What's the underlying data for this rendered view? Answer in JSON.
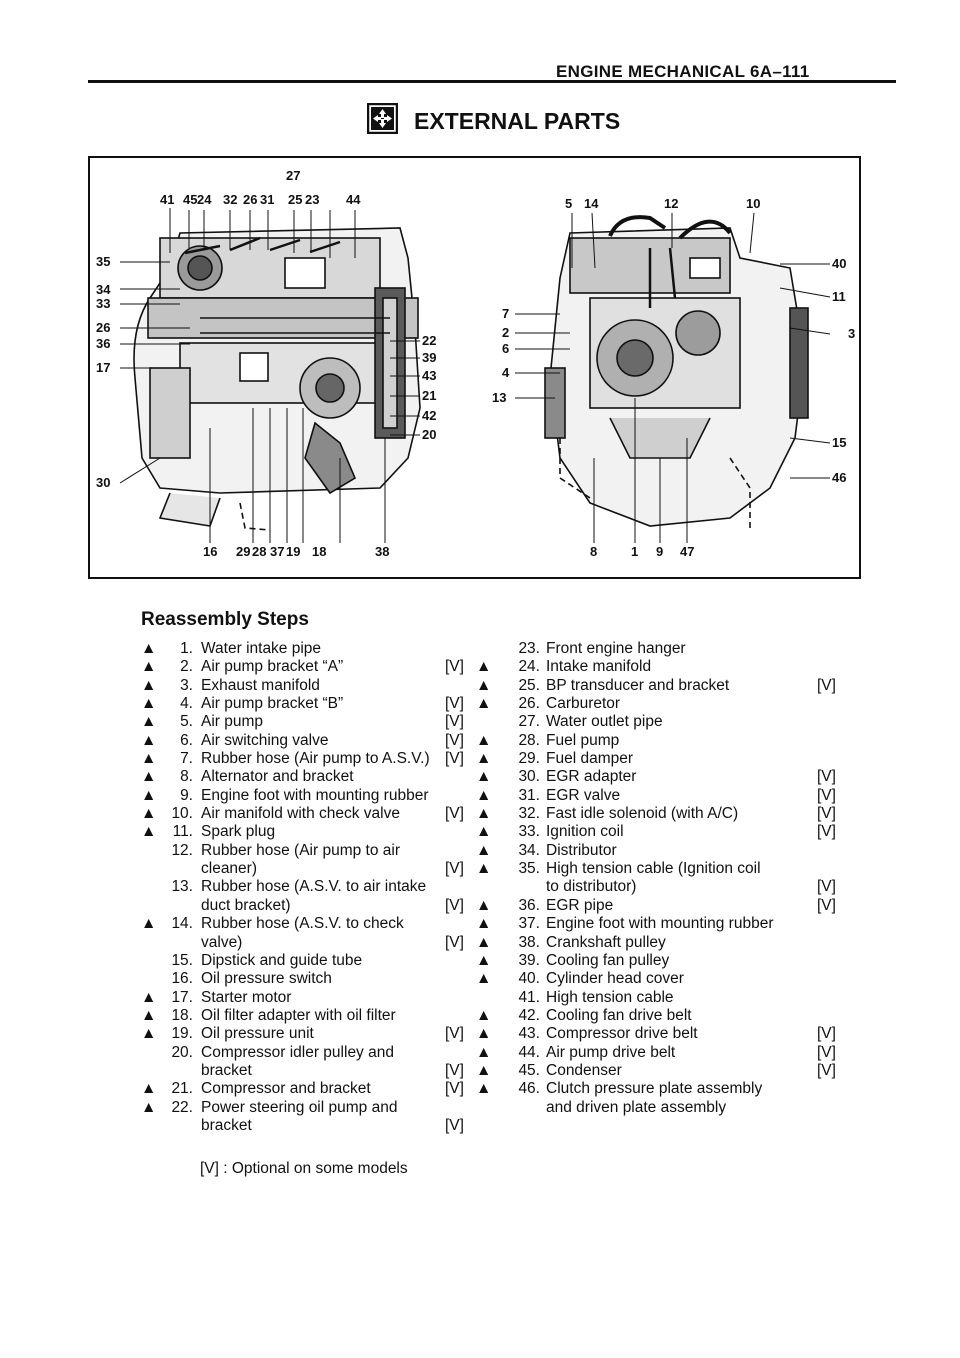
{
  "header": {
    "title": "ENGINE MECHANICAL 6A–111"
  },
  "section": {
    "icon": "removal-installation-icon",
    "title": "EXTERNAL PARTS"
  },
  "figure": {
    "left_view_callouts": [
      "27",
      "41",
      "45",
      "24",
      "32",
      "26",
      "31",
      "25",
      "23",
      "44",
      "35",
      "34",
      "33",
      "26",
      "36",
      "17",
      "30",
      "22",
      "39",
      "43",
      "21",
      "42",
      "20",
      "16",
      "29",
      "28",
      "37",
      "19",
      "18",
      "38"
    ],
    "right_view_callouts": [
      "5",
      "14",
      "12",
      "10",
      "7",
      "2",
      "6",
      "4",
      "13",
      "40",
      "11",
      "3",
      "15",
      "46",
      "8",
      "1",
      "9",
      "47"
    ]
  },
  "steps": {
    "heading": "Reassembly Steps",
    "left": [
      {
        "tri": "▲",
        "num": "1.",
        "text": "Water intake pipe",
        "opt": ""
      },
      {
        "tri": "▲",
        "num": "2.",
        "text": "Air pump bracket “A”",
        "opt": "[V]"
      },
      {
        "tri": "▲",
        "num": "3.",
        "text": "Exhaust manifold",
        "opt": ""
      },
      {
        "tri": "▲",
        "num": "4.",
        "text": "Air pump bracket “B”",
        "opt": "[V]"
      },
      {
        "tri": "▲",
        "num": "5.",
        "text": "Air pump",
        "opt": "[V]"
      },
      {
        "tri": "▲",
        "num": "6.",
        "text": "Air switching valve",
        "opt": "[V]"
      },
      {
        "tri": "▲",
        "num": "7.",
        "text": "Rubber hose (Air pump to A.S.V.)",
        "opt": "[V]"
      },
      {
        "tri": "▲",
        "num": "8.",
        "text": "Alternator and bracket",
        "opt": ""
      },
      {
        "tri": "▲",
        "num": "9.",
        "text": "Engine foot with mounting rubber",
        "opt": ""
      },
      {
        "tri": "▲",
        "num": "10.",
        "text": "Air manifold with check valve",
        "opt": "[V]"
      },
      {
        "tri": "▲",
        "num": "11.",
        "text": "Spark plug",
        "opt": ""
      },
      {
        "tri": "",
        "num": "12.",
        "text": "Rubber hose (Air pump to air",
        "opt": ""
      },
      {
        "tri": "",
        "num": "",
        "text": "cleaner)",
        "opt": "[V]"
      },
      {
        "tri": "",
        "num": "13.",
        "text": "Rubber hose (A.S.V. to air intake",
        "opt": ""
      },
      {
        "tri": "",
        "num": "",
        "text": "duct bracket)",
        "opt": "[V]"
      },
      {
        "tri": "▲",
        "num": "14.",
        "text": "Rubber hose (A.S.V. to check",
        "opt": ""
      },
      {
        "tri": "",
        "num": "",
        "text": "valve)",
        "opt": "[V]"
      },
      {
        "tri": "",
        "num": "15.",
        "text": "Dipstick and guide tube",
        "opt": ""
      },
      {
        "tri": "",
        "num": "16.",
        "text": "Oil pressure switch",
        "opt": ""
      },
      {
        "tri": "▲",
        "num": "17.",
        "text": "Starter motor",
        "opt": ""
      },
      {
        "tri": "▲",
        "num": "18.",
        "text": "Oil filter adapter with oil filter",
        "opt": ""
      },
      {
        "tri": "▲",
        "num": "19.",
        "text": "Oil pressure unit",
        "opt": "[V]"
      },
      {
        "tri": "",
        "num": "20.",
        "text": "Compressor idler pulley and",
        "opt": ""
      },
      {
        "tri": "",
        "num": "",
        "text": "bracket",
        "opt": "[V]"
      },
      {
        "tri": "▲",
        "num": "21.",
        "text": "Compressor and bracket",
        "opt": "[V]"
      },
      {
        "tri": "▲",
        "num": "22.",
        "text": "Power steering oil pump and",
        "opt": ""
      },
      {
        "tri": "",
        "num": "",
        "text": "bracket",
        "opt": "[V]"
      }
    ],
    "right": [
      {
        "tri": "",
        "num": "23.",
        "text": "Front engine hanger",
        "opt": ""
      },
      {
        "tri": "▲",
        "num": "24.",
        "text": "Intake manifold",
        "opt": ""
      },
      {
        "tri": "▲",
        "num": "25.",
        "text": "BP transducer and bracket",
        "opt": "[V]"
      },
      {
        "tri": "▲",
        "num": "26.",
        "text": "Carburetor",
        "opt": ""
      },
      {
        "tri": "",
        "num": "27.",
        "text": "Water outlet pipe",
        "opt": ""
      },
      {
        "tri": "▲",
        "num": "28.",
        "text": "Fuel pump",
        "opt": ""
      },
      {
        "tri": "▲",
        "num": "29.",
        "text": "Fuel damper",
        "opt": ""
      },
      {
        "tri": "▲",
        "num": "30.",
        "text": "EGR adapter",
        "opt": "[V]"
      },
      {
        "tri": "▲",
        "num": "31.",
        "text": "EGR valve",
        "opt": "[V]"
      },
      {
        "tri": "▲",
        "num": "32.",
        "text": "Fast idle solenoid (with A/C)",
        "opt": "[V]"
      },
      {
        "tri": "▲",
        "num": "33.",
        "text": "Ignition coil",
        "opt": "[V]"
      },
      {
        "tri": "▲",
        "num": "34.",
        "text": "Distributor",
        "opt": ""
      },
      {
        "tri": "▲",
        "num": "35.",
        "text": "High tension cable (Ignition coil",
        "opt": ""
      },
      {
        "tri": "",
        "num": "",
        "text": "to distributor)",
        "opt": "[V]"
      },
      {
        "tri": "▲",
        "num": "36.",
        "text": "EGR pipe",
        "opt": "[V]"
      },
      {
        "tri": "▲",
        "num": "37.",
        "text": "Engine foot with mounting rubber",
        "opt": ""
      },
      {
        "tri": "▲",
        "num": "38.",
        "text": "Crankshaft pulley",
        "opt": ""
      },
      {
        "tri": "▲",
        "num": "39.",
        "text": "Cooling fan pulley",
        "opt": ""
      },
      {
        "tri": "▲",
        "num": "40.",
        "text": "Cylinder head cover",
        "opt": ""
      },
      {
        "tri": "",
        "num": "41.",
        "text": "High tension cable",
        "opt": ""
      },
      {
        "tri": "▲",
        "num": "42.",
        "text": "Cooling fan drive belt",
        "opt": ""
      },
      {
        "tri": "▲",
        "num": "43.",
        "text": "Compressor drive belt",
        "opt": "[V]"
      },
      {
        "tri": "▲",
        "num": "44.",
        "text": "Air pump drive belt",
        "opt": "[V]"
      },
      {
        "tri": "▲",
        "num": "45.",
        "text": "Condenser",
        "opt": "[V]"
      },
      {
        "tri": "▲",
        "num": "46.",
        "text": "Clutch pressure plate assembly",
        "opt": ""
      },
      {
        "tri": "",
        "num": "",
        "text": "and driven plate assembly",
        "opt": ""
      }
    ]
  },
  "footnote": "[V] : Optional on some models"
}
